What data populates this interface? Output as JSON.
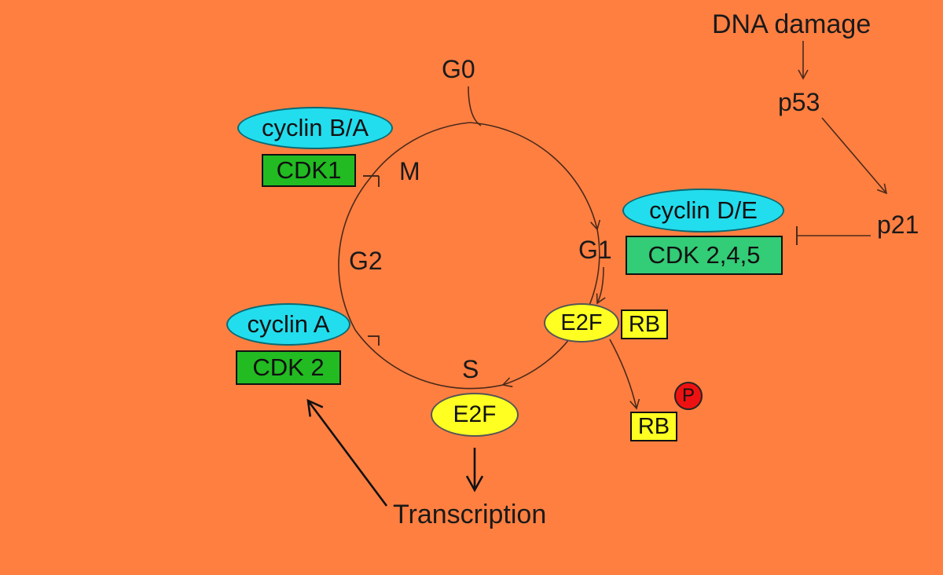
{
  "diagram": {
    "phases": {
      "g0": "G0",
      "g1": "G1",
      "s": "S",
      "g2": "G2",
      "m": "M"
    },
    "dna_damage": "DNA damage",
    "p53": "p53",
    "p21": "p21",
    "cyclin_ba": "cyclin B/A",
    "cdk1": "CDK1",
    "cyclin_de": "cyclin D/E",
    "cdk245": "CDK 2,4,5",
    "cyclin_a": "cyclin A",
    "cdk2": "CDK 2",
    "e2f_bound": "E2F",
    "rb_bound": "RB",
    "e2f_free": "E2F",
    "rb_free": "RB",
    "phosphate": "P",
    "transcription": "Transcription"
  },
  "colors": {
    "background": "#FF7F41",
    "cyclin": "#22DDEE",
    "cdk": "#22BB22",
    "cdk_light": "#33CC77",
    "e2f_rb": "#FFFF22",
    "phosphate": "#EE1111"
  }
}
